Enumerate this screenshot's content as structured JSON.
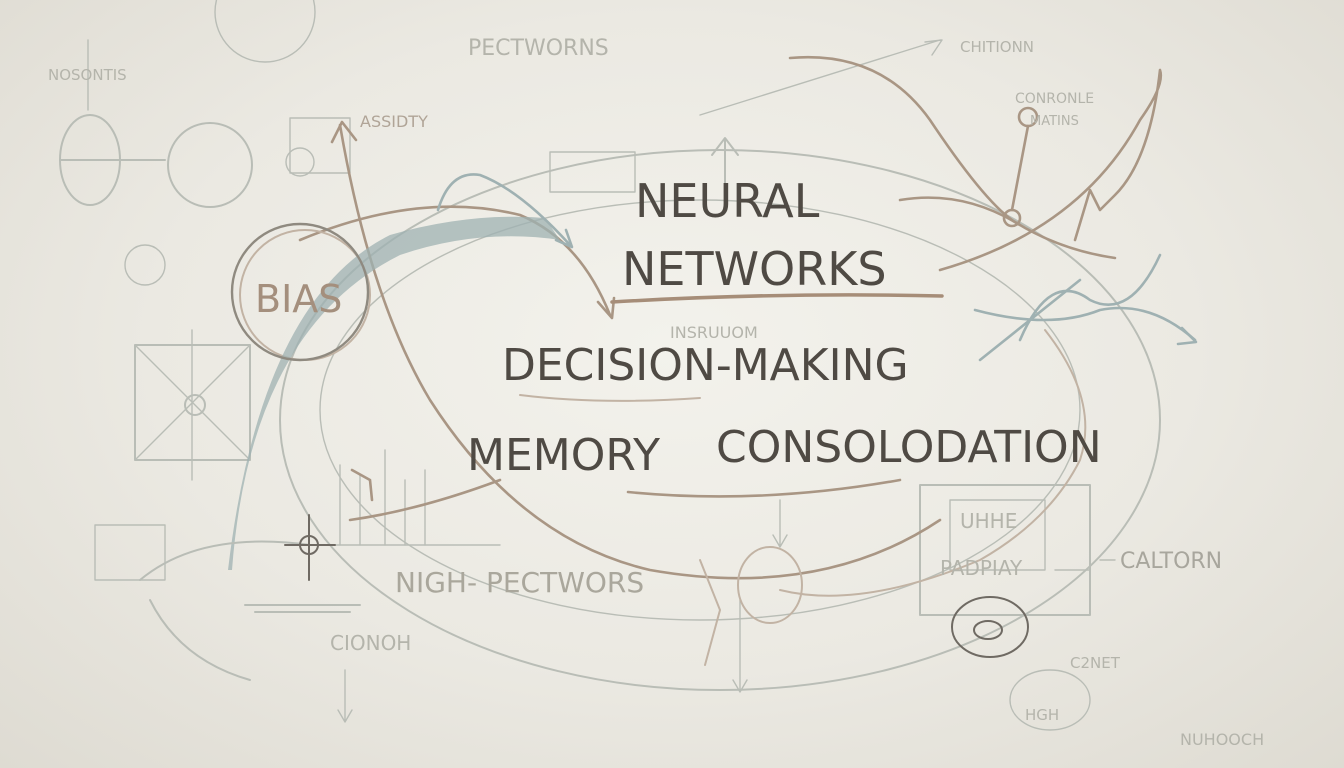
{
  "headings": {
    "neural": "NEURAL",
    "networks": "NETWORKS",
    "decision_making": "DECISION-MAKING",
    "memory": "MEMORY",
    "consolidation": "CONSOLODATION"
  },
  "bias_label": "BIAS",
  "scribbles": {
    "top_left": "NOSONTIS",
    "top_center": "PECTWORNS",
    "assidty": "ASSIDTY",
    "top_right": "CHITIONN",
    "right_upper_1": "CONRONLE",
    "right_upper_2": "MATINS",
    "mid_faint": "INSRUUOM",
    "nigh_pectwors": "NIGH- PECTWORS",
    "right_box_1": "UHHE",
    "right_box_2": "PADPIAY",
    "caltorn": "CALTORN",
    "cionoh": "CIONOH",
    "canet": "C2NET",
    "hgh": "HGH",
    "nuhooch": "NUHOOCH"
  },
  "colors": {
    "ink": "#4f4a44",
    "brown": "#a99684",
    "blue_grey": "#9fb1b2",
    "faint": "#b9bdb6"
  }
}
